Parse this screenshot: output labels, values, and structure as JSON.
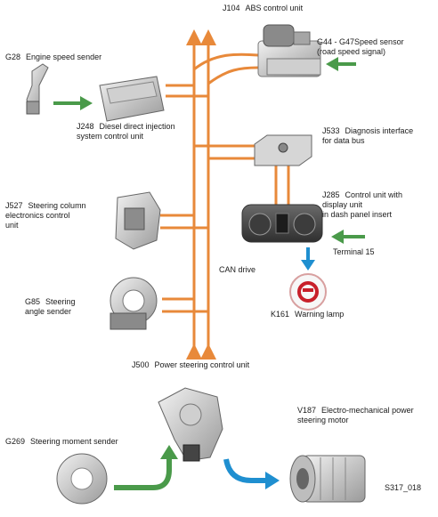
{
  "labels": {
    "j104": {
      "code": "J104",
      "text": "ABS control unit"
    },
    "g44": {
      "code": "G44 - G47",
      "text": "Speed sensor\n(road speed signal)"
    },
    "g28": {
      "code": "G28",
      "text": "Engine speed sender"
    },
    "j248": {
      "code": "J248",
      "text": "Diesel direct injection\nsystem control unit"
    },
    "j533": {
      "code": "J533",
      "text": "Diagnosis interface\nfor data bus"
    },
    "j285": {
      "code": "J285",
      "text": "Control unit with\ndisplay unit\nin dash panel insert"
    },
    "j527": {
      "code": "J527",
      "text": "Steering column\nelectronics control\nunit"
    },
    "terminal": {
      "text": "Terminal 15"
    },
    "can": {
      "text": "CAN drive"
    },
    "g85": {
      "code": "G85",
      "text": "Steering\nangle sender"
    },
    "k161": {
      "code": "K161",
      "text": "Warning lamp"
    },
    "j500": {
      "code": "J500",
      "text": "Power steering control unit"
    },
    "v187": {
      "code": "V187",
      "text": "Electro-mechanical power\nsteering motor"
    },
    "g269": {
      "code": "G269",
      "text": "Steering moment sender"
    },
    "fig": {
      "text": "S317_018"
    }
  },
  "colors": {
    "bus": "#e8893a",
    "green_arrow": "#4a9a4a",
    "blue_arrow": "#1f8fd0",
    "component": "#b8b8b8",
    "warning": "#c8202a"
  }
}
